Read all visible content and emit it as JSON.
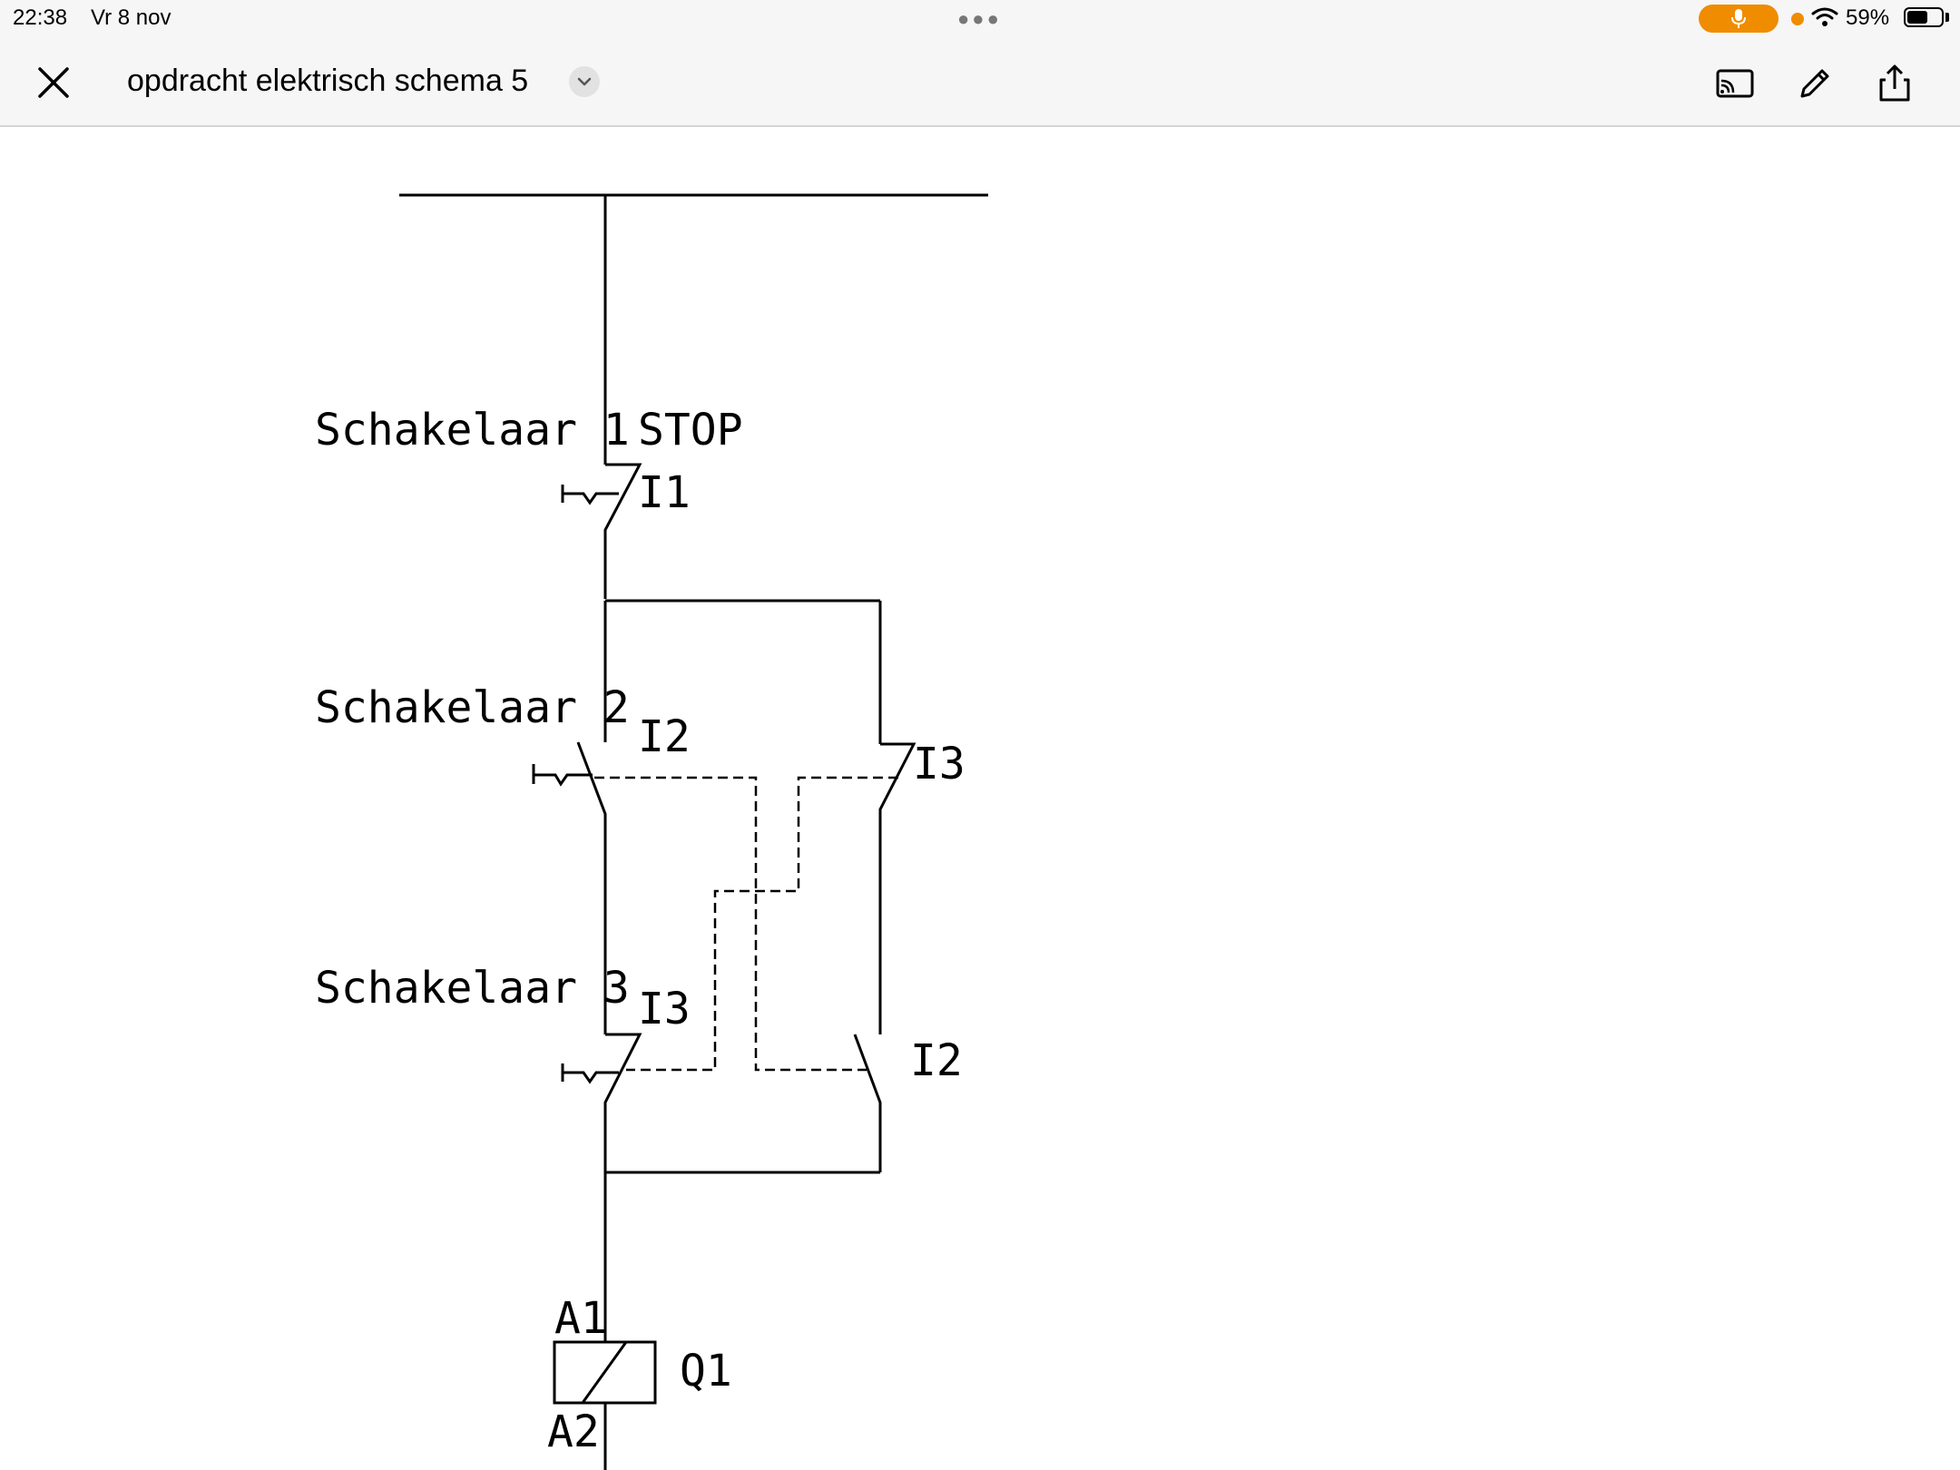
{
  "status_bar": {
    "time": "22:38",
    "date": "Vr 8 nov",
    "battery_percent": "59%",
    "accent_color": "#f08c00"
  },
  "toolbar": {
    "title": "opdracht elektrisch schema 5",
    "icons": [
      "close-icon",
      "chevron-down-icon",
      "cast-icon",
      "pencil-icon",
      "share-icon"
    ]
  },
  "diagram": {
    "labels": {
      "switch1": "Schakelaar 1",
      "stop": "STOP",
      "i1": "I1",
      "switch2": "Schakelaar 2",
      "i2_top": "I2",
      "i3_top": "I3",
      "switch3": "Schakelaar 3",
      "i3_bottom": "I3",
      "i2_bottom": "I2",
      "a1": "A1",
      "q1": "Q1",
      "a2": "A2"
    }
  }
}
